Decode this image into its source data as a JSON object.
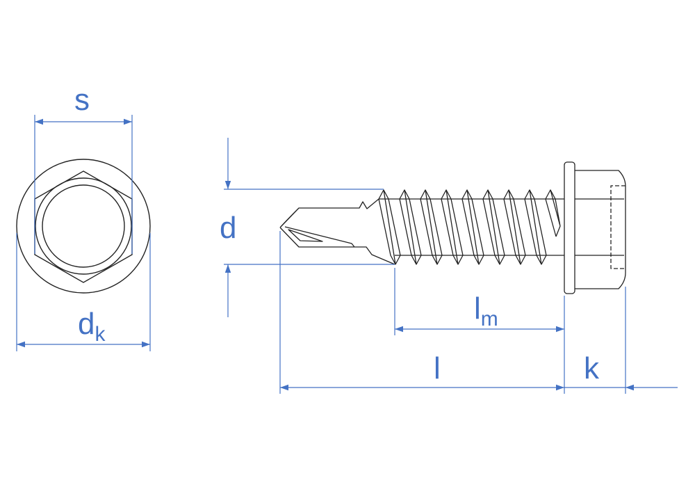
{
  "labels": {
    "s": "s",
    "dk_main": "d",
    "dk_sub": "k",
    "d": "d",
    "lm_main": "l",
    "lm_sub": "m",
    "l": "l",
    "k": "k"
  },
  "colors": {
    "dimension": "#4472c4",
    "outline": "#222222"
  }
}
